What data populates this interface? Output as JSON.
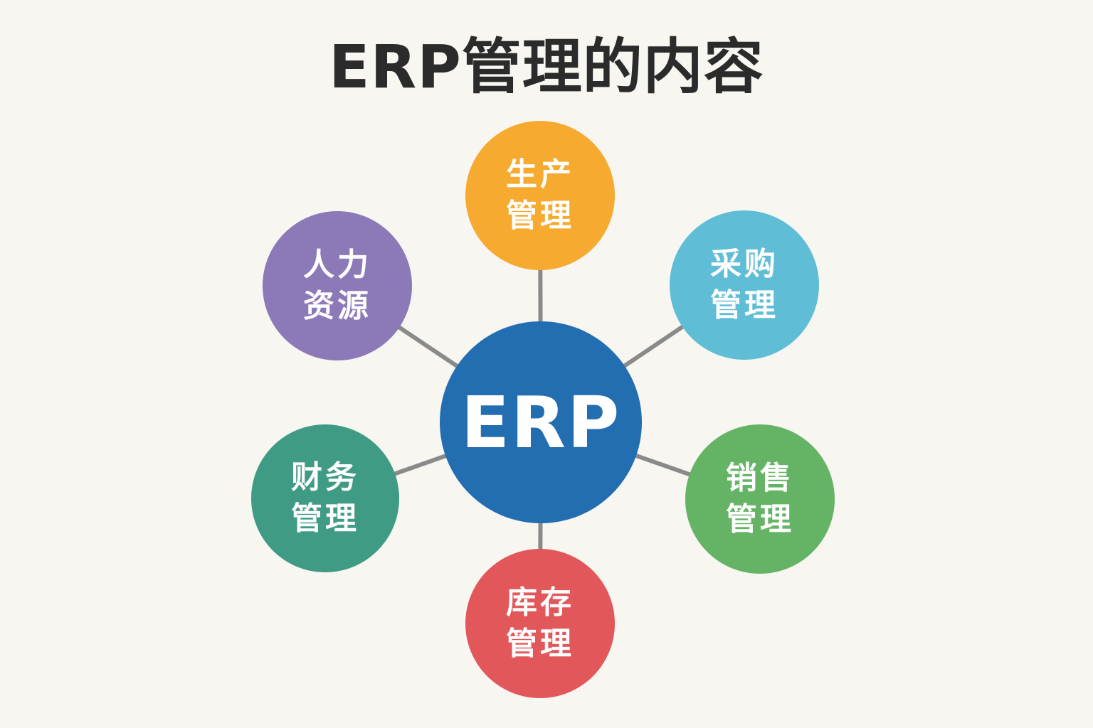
{
  "title": "ERP管理的内容",
  "center": {
    "label": "ERP",
    "color": "#236db1"
  },
  "link_color": "#8a8a8a",
  "modules": [
    {
      "label": "生产\n管理",
      "color": "#f6aa30"
    },
    {
      "label": "采购\n管理",
      "color": "#5fbdd6"
    },
    {
      "label": "销售\n管理",
      "color": "#65b466"
    },
    {
      "label": "库存\n管理",
      "color": "#e2575a"
    },
    {
      "label": "财务\n管理",
      "color": "#3f9b84"
    },
    {
      "label": "人力\n资源",
      "color": "#8c79b8"
    }
  ]
}
